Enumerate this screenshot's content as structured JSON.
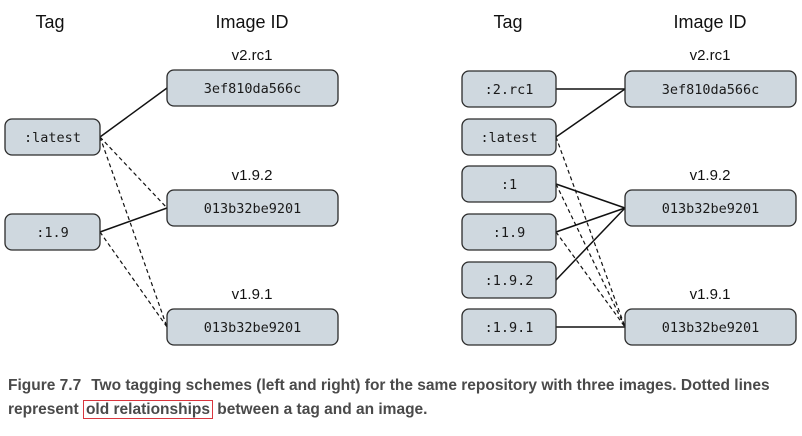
{
  "headers": {
    "tag": "Tag",
    "image_id": "Image ID"
  },
  "left": {
    "versions": [
      "v2.rc1",
      "v1.9.2",
      "v1.9.1"
    ],
    "images": [
      "3ef810da566c",
      "013b32be9201",
      "013b32be9201"
    ],
    "tags": [
      ":latest",
      ":1.9"
    ]
  },
  "right": {
    "versions": [
      "v2.rc1",
      "v1.9.2",
      "v1.9.1"
    ],
    "images": [
      "3ef810da566c",
      "013b32be9201",
      "013b32be9201"
    ],
    "tags": [
      ":2.rc1",
      ":latest",
      ":1",
      ":1.9",
      ":1.9.2",
      ":1.9.1"
    ]
  },
  "caption": {
    "figure": "Figure 7.7",
    "text_before": "Two tagging schemes (left and right) for the same repository with three images. Dotted lines represent",
    "highlight": "old relationships",
    "text_after": "between a tag and an image."
  }
}
